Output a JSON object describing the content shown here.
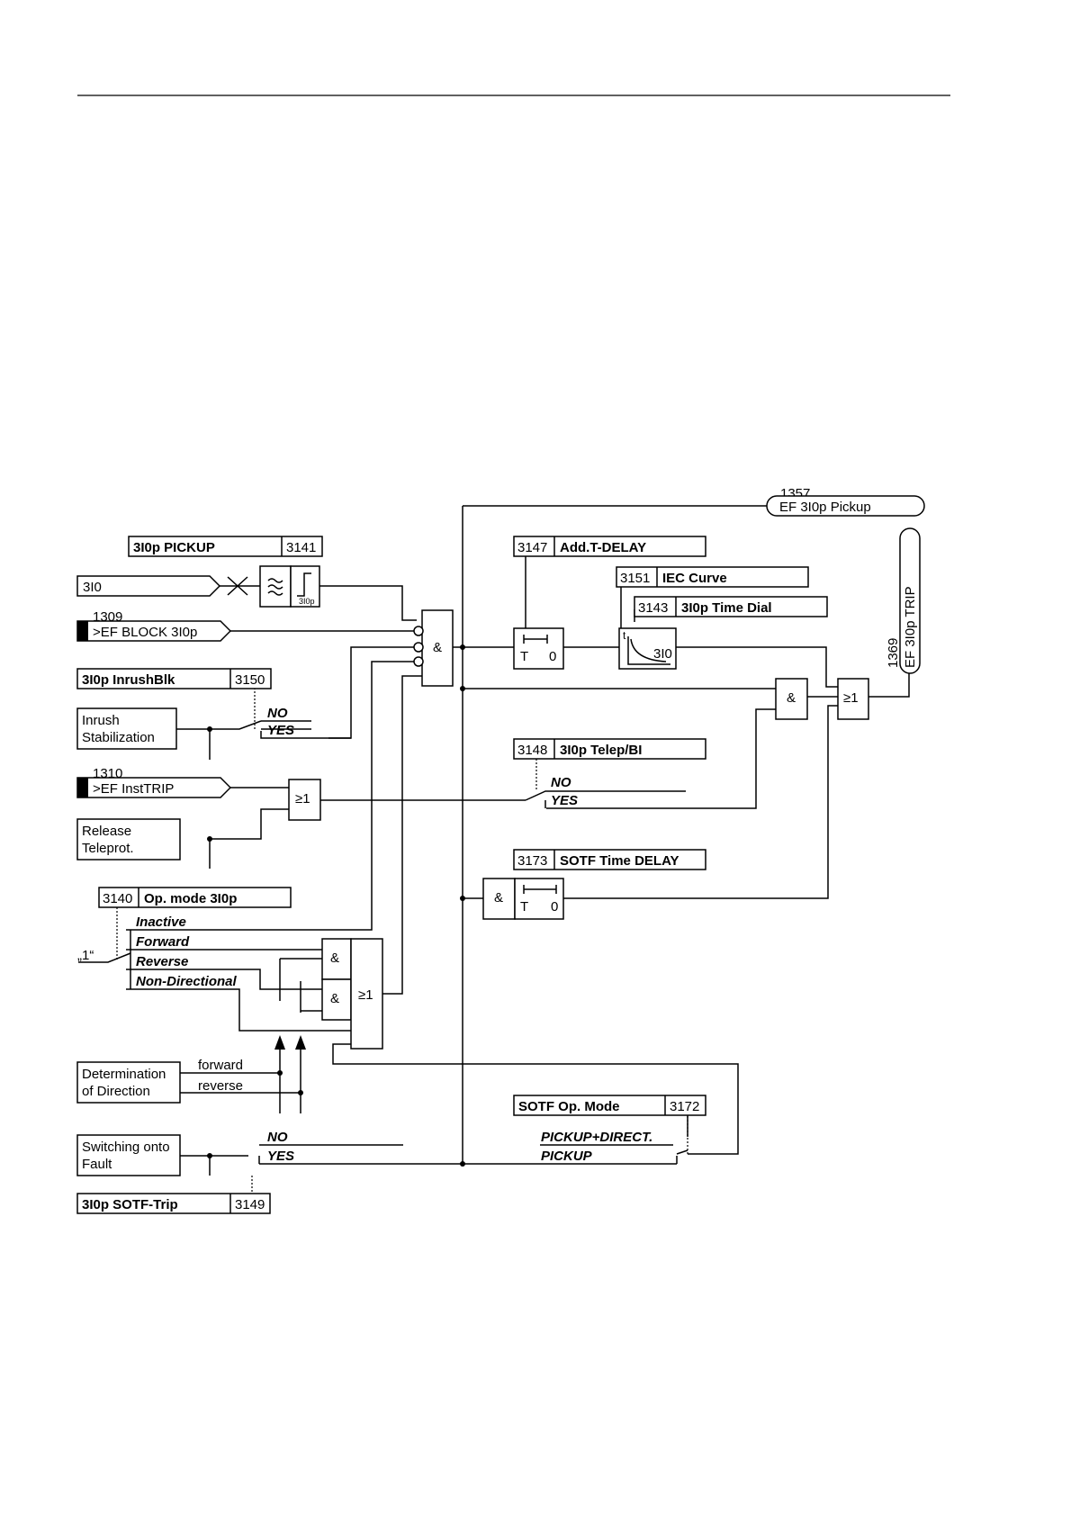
{
  "diagram": {
    "params": {
      "pickup": {
        "label": "3I0p PICKUP",
        "addr": "3141"
      },
      "inrush": {
        "label": "3I0p InrushBlk",
        "addr": "3150"
      },
      "opmode": {
        "label": "Op. mode 3I0p",
        "addr": "3140"
      },
      "sotf_trip": {
        "label": "3I0p SOTF-Trip",
        "addr": "3149"
      },
      "add_delay": {
        "addr": "3147",
        "label": "Add.T-DELAY"
      },
      "iec_curve": {
        "addr": "3151",
        "label": "IEC Curve"
      },
      "time_dial": {
        "addr": "3143",
        "label": "3I0p Time Dial"
      },
      "telep": {
        "addr": "3148",
        "label": "3I0p Telep/BI"
      },
      "sotf_delay": {
        "addr": "3173",
        "label": "SOTF Time DELAY"
      },
      "sotf_opmode": {
        "label": "SOTF Op. Mode",
        "addr": "3172"
      }
    },
    "inputs": {
      "i0": "3I0",
      "block_no": "1309",
      "block": ">EF BLOCK 3I0p",
      "inrush_l1": "Inrush",
      "inrush_l2": "Stabilization",
      "insttrip_no": "1310",
      "insttrip": ">EF InstTRIP",
      "release_l1": "Release",
      "release_l2": "Teleprot.",
      "direction_l1": "Determination",
      "direction_l2": "of Direction",
      "sotf_l1": "Switching onto",
      "sotf_l2": "Fault",
      "one": "„1“"
    },
    "outputs": {
      "pickup_no": "1357",
      "pickup": "EF 3I0p Pickup",
      "trip_no": "1369",
      "trip": "EF 3I0p TRIP"
    },
    "options": {
      "no": "NO",
      "yes": "YES",
      "inactive": "Inactive",
      "forward": "Forward",
      "reverse": "Reverse",
      "nondir": "Non-Directional",
      "pickup_direct": "PICKUP+DIRECT.",
      "pickup": "PICKUP",
      "dir_forward": "forward",
      "dir_reverse": "reverse"
    },
    "gates": {
      "and": "&",
      "or": "≥1",
      "t": "T",
      "zero": "0",
      "i0p": "3I0p",
      "t_axis": "t",
      "i0": "3I0"
    }
  }
}
